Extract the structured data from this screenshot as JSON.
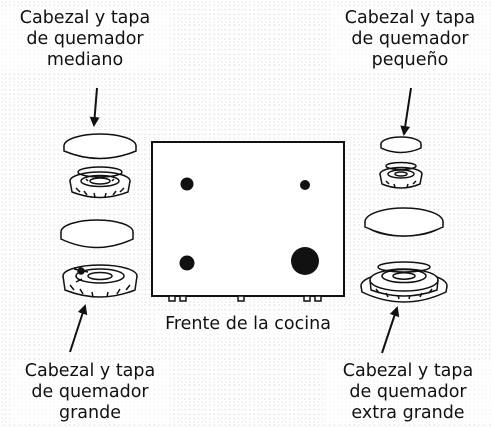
{
  "labels": {
    "medium_burner": [
      "Cabezal y tapa",
      "de quemador",
      "mediano"
    ],
    "small_burner": [
      "Cabezal y tapa",
      "de quemador",
      "pequeño"
    ],
    "large_burner": [
      "Cabezal y tapa",
      "de quemador",
      "grande"
    ],
    "xlarge_burner": [
      "Cabezal y tapa",
      "de quemador",
      "extra grande"
    ],
    "cooktop_front": "Frente de la cocina"
  }
}
